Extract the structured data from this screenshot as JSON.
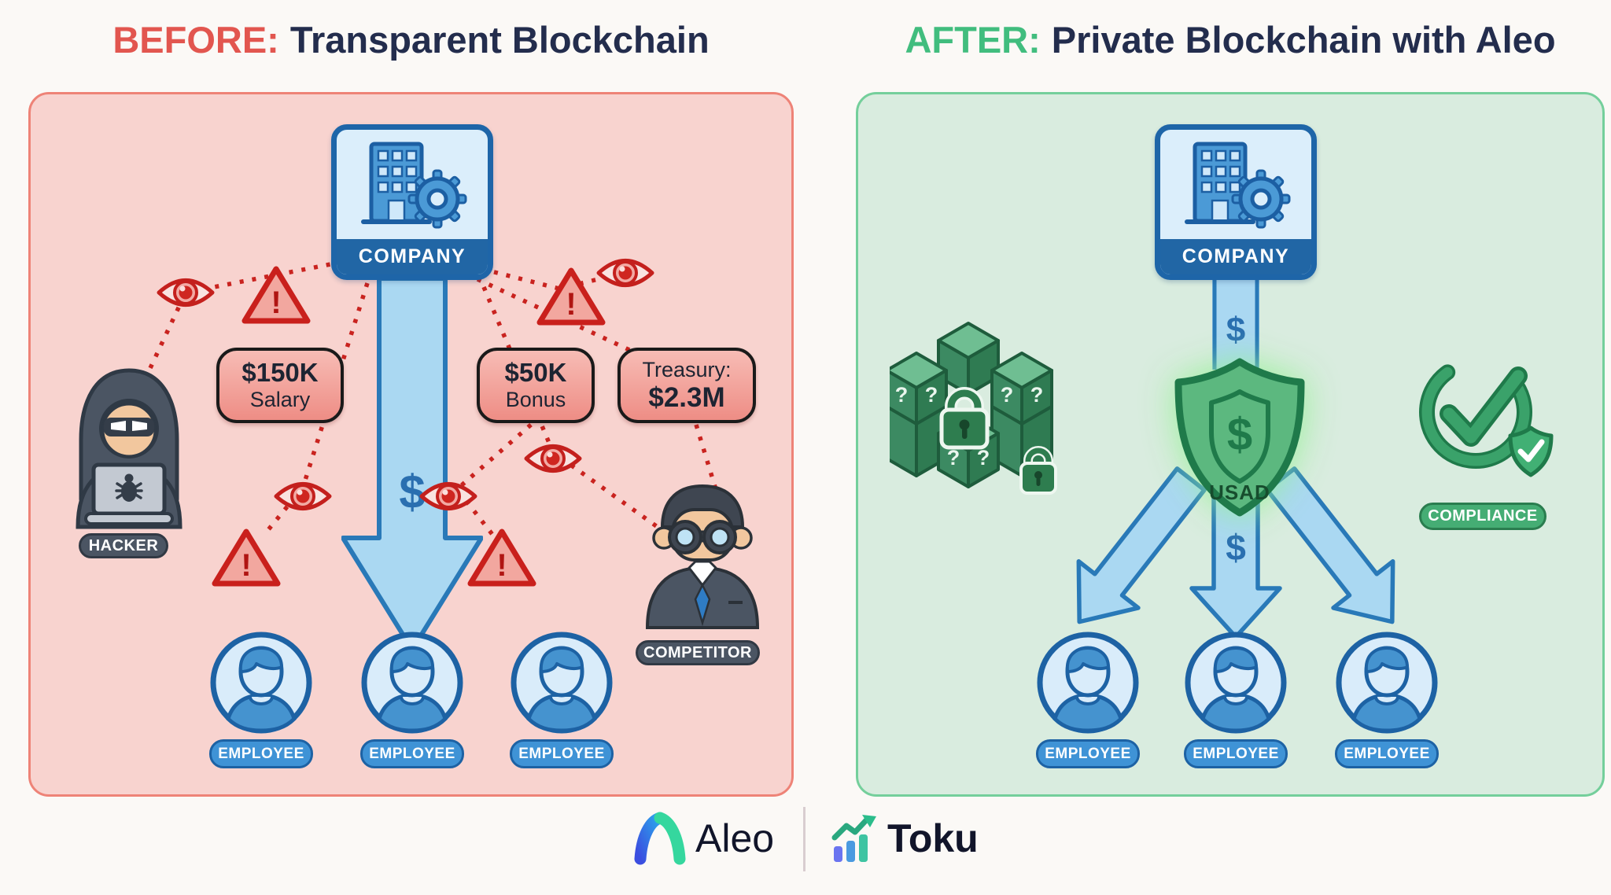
{
  "header": {
    "before": {
      "prefix": "BEFORE:",
      "title": "Transparent Blockchain"
    },
    "after": {
      "prefix": "AFTER:",
      "title": "Private Blockchain with Aleo"
    }
  },
  "before_panel": {
    "company_label": "COMPANY",
    "flow_symbol": "$",
    "warning_mark": "!",
    "badges": [
      {
        "line1": "$150K",
        "line2": "Salary"
      },
      {
        "line1": "$50K",
        "line2": "Bonus"
      },
      {
        "line1": "Treasury:",
        "line2": "$2.3M"
      }
    ],
    "hacker_label": "HACKER",
    "competitor_label": "COMPETITOR",
    "employees": [
      "EMPLOYEE",
      "EMPLOYEE",
      "EMPLOYEE"
    ]
  },
  "after_panel": {
    "company_label": "COMPANY",
    "flow_symbol_top": "$",
    "flow_symbol_bottom": "$",
    "blocks_mark": "?",
    "shield": {
      "currency": "$",
      "label": "USAD"
    },
    "compliance_label": "COMPLIANCE",
    "employees": [
      "EMPLOYEE",
      "EMPLOYEE",
      "EMPLOYEE"
    ]
  },
  "footer": {
    "aleo": "Aleo",
    "toku": "Toku"
  },
  "colors": {
    "before_accent": "#e2564f",
    "after_accent": "#41bd7e",
    "heading": "#232d4d",
    "alert_red": "#c9231f",
    "company_blue": "#1d62a4",
    "arrow_blue_fill": "#aad8f2",
    "privacy_green": "#2e7d4f",
    "before_panel_bg": "#f8d3cf",
    "after_panel_bg": "#d9ecdf"
  },
  "icons": [
    "building-gear-icon",
    "eye-icon",
    "warning-triangle-icon",
    "hacker-icon",
    "competitor-binoculars-icon",
    "employee-avatar-icon",
    "money-arrow-icon",
    "encrypted-blocks-icon",
    "padlock-icon",
    "shield-dollar-icon",
    "compliance-check-icon",
    "aleo-logo-icon",
    "toku-logo-icon"
  ]
}
